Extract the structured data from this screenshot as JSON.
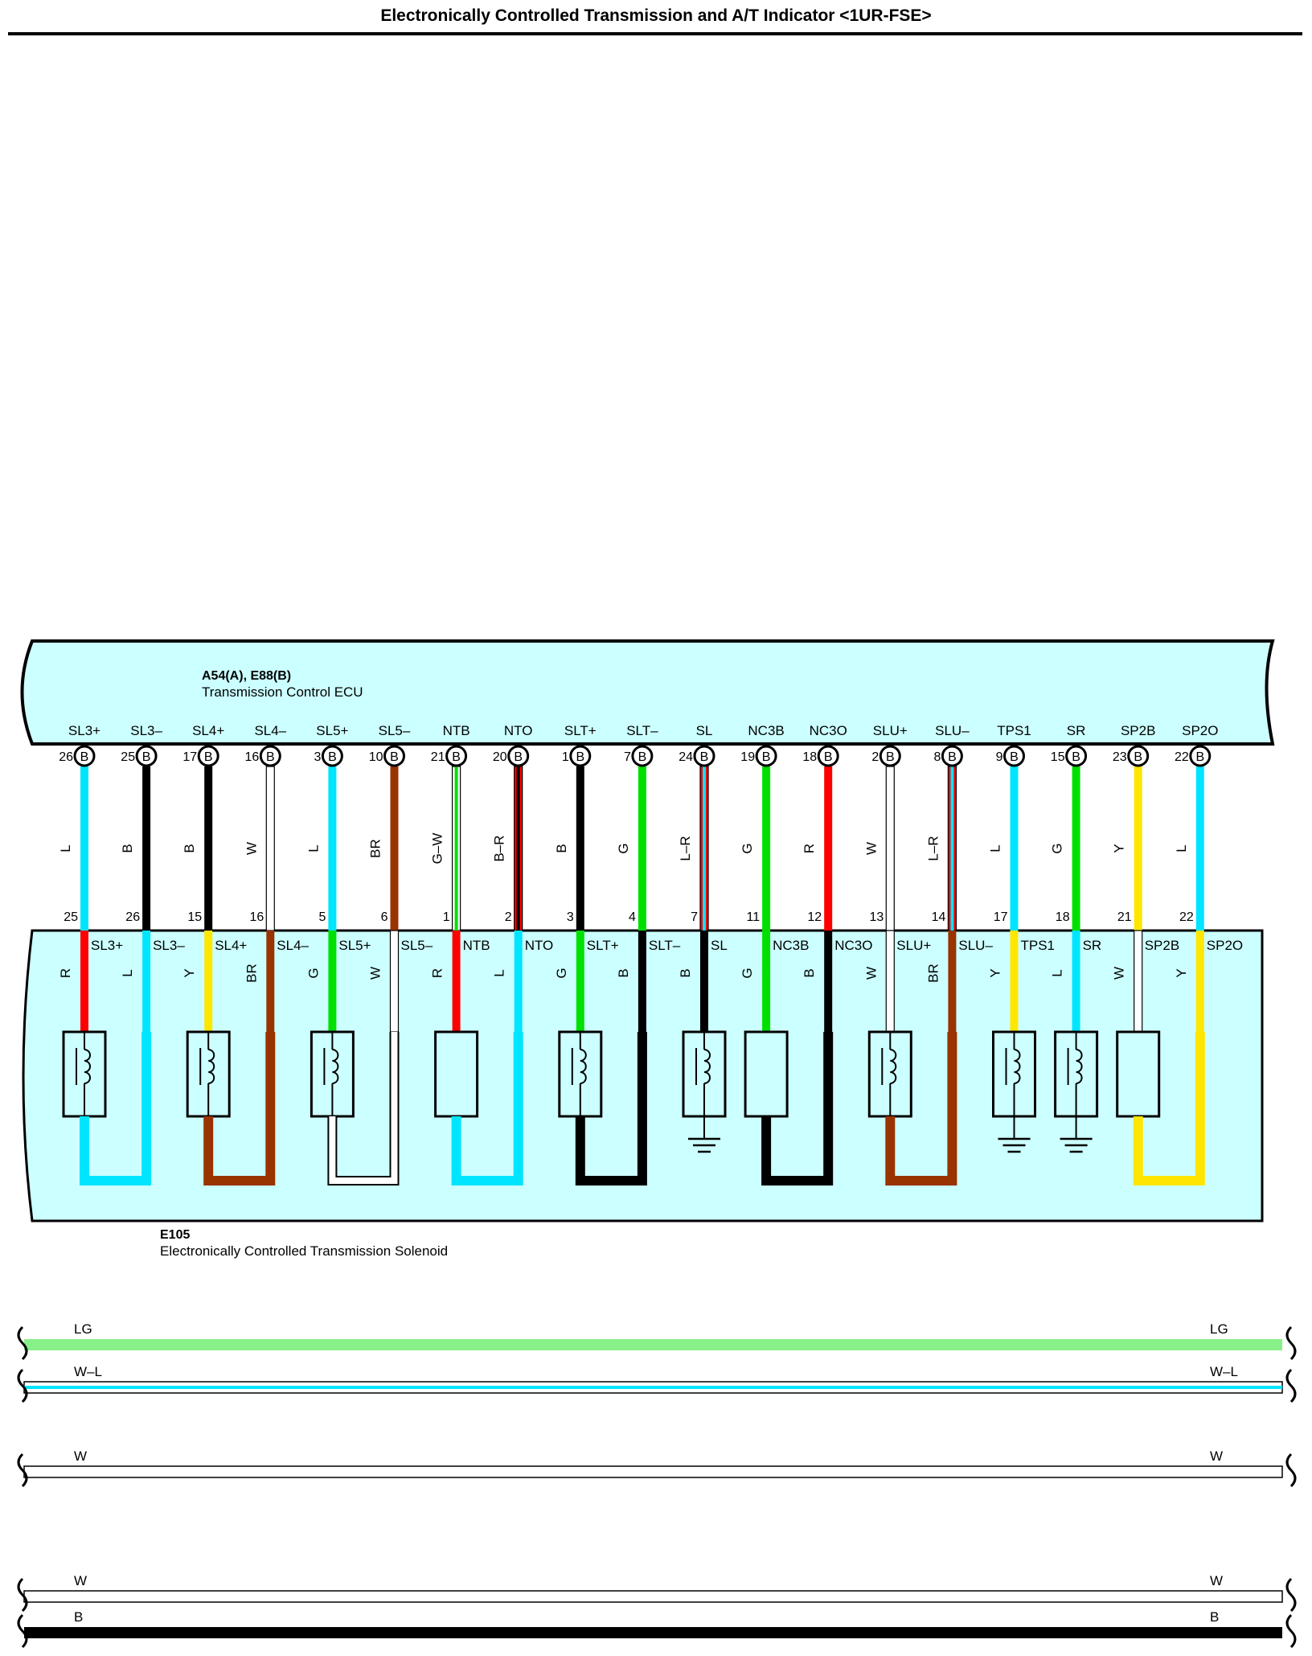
{
  "title": "Electronically Controlled Transmission and A/T Indicator <1UR-FSE>",
  "colors": {
    "R": "#ff0000",
    "L": "#00e5ff",
    "B": "#000000",
    "W": "#ffffff",
    "Y": "#ffe600",
    "G": "#00e000",
    "BR": "#993300",
    "LG": "#88f088",
    "panel": "#ccffff"
  },
  "ecu": {
    "code": "A54(A), E88(B)",
    "name": "Transmission Control ECU"
  },
  "solenoid_block": {
    "code": "E105",
    "name": "Electronically Controlled Transmission Solenoid"
  },
  "connector_letter": "B",
  "pins": [
    {
      "ecu": "SL3+",
      "ecu_pin": "26",
      "wire": "L",
      "sol_pin": "25",
      "sol_wire": "R",
      "sol": "SL3+"
    },
    {
      "ecu": "SL3–",
      "ecu_pin": "25",
      "wire": "B",
      "sol_pin": "26",
      "sol_wire": "L",
      "sol": "SL3–"
    },
    {
      "ecu": "SL4+",
      "ecu_pin": "17",
      "wire": "B",
      "sol_pin": "15",
      "sol_wire": "Y",
      "sol": "SL4+"
    },
    {
      "ecu": "SL4–",
      "ecu_pin": "16",
      "wire": "W",
      "sol_pin": "16",
      "sol_wire": "BR",
      "sol": "SL4–"
    },
    {
      "ecu": "SL5+",
      "ecu_pin": "3",
      "wire": "L",
      "sol_pin": "5",
      "sol_wire": "G",
      "sol": "SL5+"
    },
    {
      "ecu": "SL5–",
      "ecu_pin": "10",
      "wire": "BR",
      "sol_pin": "6",
      "sol_wire": "W",
      "sol": "SL5–"
    },
    {
      "ecu": "NTB",
      "ecu_pin": "21",
      "wire": "G–W",
      "sol_pin": "1",
      "sol_wire": "R",
      "sol": "NTB"
    },
    {
      "ecu": "NTO",
      "ecu_pin": "20",
      "wire": "B–R",
      "sol_pin": "2",
      "sol_wire": "L",
      "sol": "NTO"
    },
    {
      "ecu": "SLT+",
      "ecu_pin": "1",
      "wire": "B",
      "sol_pin": "3",
      "sol_wire": "G",
      "sol": "SLT+"
    },
    {
      "ecu": "SLT–",
      "ecu_pin": "7",
      "wire": "G",
      "sol_pin": "4",
      "sol_wire": "B",
      "sol": "SLT–"
    },
    {
      "ecu": "SL",
      "ecu_pin": "24",
      "wire": "L–R",
      "sol_pin": "7",
      "sol_wire": "B",
      "sol": "SL"
    },
    {
      "ecu": "NC3B",
      "ecu_pin": "19",
      "wire": "G",
      "sol_pin": "11",
      "sol_wire": "G",
      "sol": "NC3B"
    },
    {
      "ecu": "NC3O",
      "ecu_pin": "18",
      "wire": "R",
      "sol_pin": "12",
      "sol_wire": "B",
      "sol": "NC3O"
    },
    {
      "ecu": "SLU+",
      "ecu_pin": "2",
      "wire": "W",
      "sol_pin": "13",
      "sol_wire": "W",
      "sol": "SLU+"
    },
    {
      "ecu": "SLU–",
      "ecu_pin": "8",
      "wire": "L–R",
      "sol_pin": "14",
      "sol_wire": "BR",
      "sol": "SLU–"
    },
    {
      "ecu": "TPS1",
      "ecu_pin": "9",
      "wire": "L",
      "sol_pin": "17",
      "sol_wire": "Y",
      "sol": "TPS1"
    },
    {
      "ecu": "SR",
      "ecu_pin": "15",
      "wire": "G",
      "sol_pin": "18",
      "sol_wire": "L",
      "sol": "SR"
    },
    {
      "ecu": "SP2B",
      "ecu_pin": "23",
      "wire": "Y",
      "sol_pin": "21",
      "sol_wire": "W",
      "sol": "SP2B"
    },
    {
      "ecu": "SP2O",
      "ecu_pin": "22",
      "wire": "L",
      "sol_pin": "22",
      "sol_wire": "Y",
      "sol": "SP2O"
    }
  ],
  "components": [
    {
      "type": "coil",
      "pair": 0,
      "ground": false,
      "return_wire": "L"
    },
    {
      "type": "coil",
      "pair": 2,
      "ground": false,
      "return_wire": "BR"
    },
    {
      "type": "coil",
      "pair": 4,
      "ground": false,
      "return_wire": "W"
    },
    {
      "type": "sensor",
      "pair": 6,
      "ground": false,
      "return_wire": "L"
    },
    {
      "type": "coil",
      "pair": 8,
      "ground": false,
      "return_wire": "B"
    },
    {
      "type": "coil",
      "single": 10,
      "ground": true
    },
    {
      "type": "sensor",
      "pair": 11,
      "ground": false,
      "return_wire": "B"
    },
    {
      "type": "coil",
      "pair": 13,
      "ground": false,
      "return_wire": "BR"
    },
    {
      "type": "coil",
      "single": 15,
      "ground": true
    },
    {
      "type": "coil",
      "single": 16,
      "ground": true
    },
    {
      "type": "sensor",
      "pair": 17,
      "ground": false,
      "return_wire": "Y"
    }
  ],
  "buses": [
    {
      "label": "LG",
      "wires": [
        "LG"
      ]
    },
    {
      "label": "W–L",
      "wires": [
        "W–L"
      ]
    },
    {
      "label": "W",
      "wires": [
        "W"
      ]
    },
    {
      "label": "W",
      "wires": [
        "W"
      ]
    },
    {
      "label": "B",
      "wires": [
        "B"
      ]
    }
  ]
}
